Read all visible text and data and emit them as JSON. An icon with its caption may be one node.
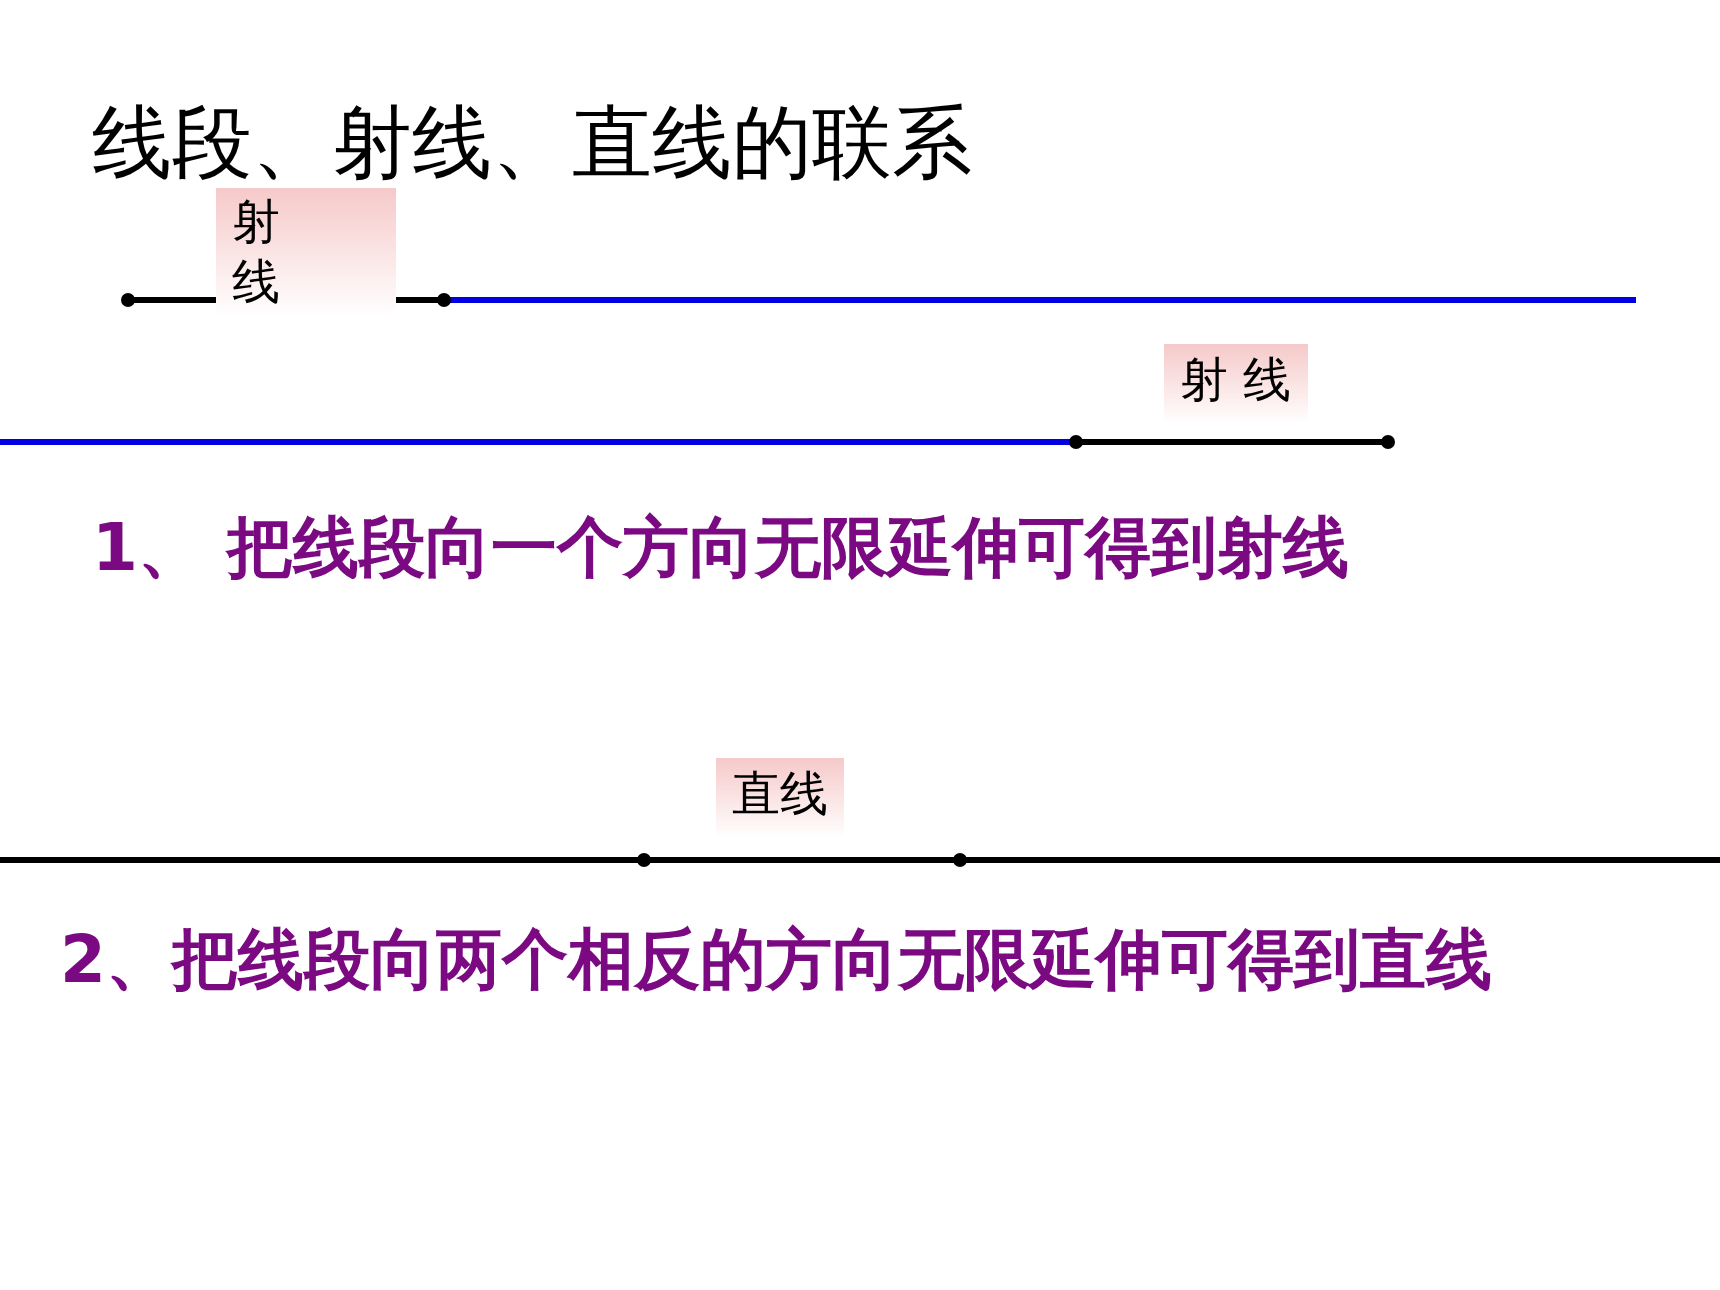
{
  "diagram": {
    "title": "线段、射线、直线的联系",
    "labels": [
      "射线",
      "射 线",
      "1、 把线段向一个方向无限延伸可得到射线",
      "直线",
      "2、把线段向两个相反的方向无限延伸可得到直线"
    ]
  }
}
